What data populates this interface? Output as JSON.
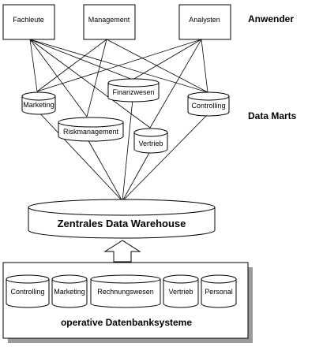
{
  "diagram": {
    "layers": {
      "users": "Anwender",
      "marts": "Data Marts"
    },
    "user_boxes": [
      "Fachleute",
      "Management",
      "Analysten"
    ],
    "data_marts": [
      "Marketing",
      "Finanzwesen",
      "Controlling",
      "Riskmanagement",
      "Vertrieb"
    ],
    "warehouse": "Zentrales Data Warehouse",
    "operational": {
      "title": "operative Datenbanksysteme",
      "systems": [
        "Controlling",
        "Marketing",
        "Rechnungswesen",
        "Vertrieb",
        "Personal"
      ]
    }
  }
}
